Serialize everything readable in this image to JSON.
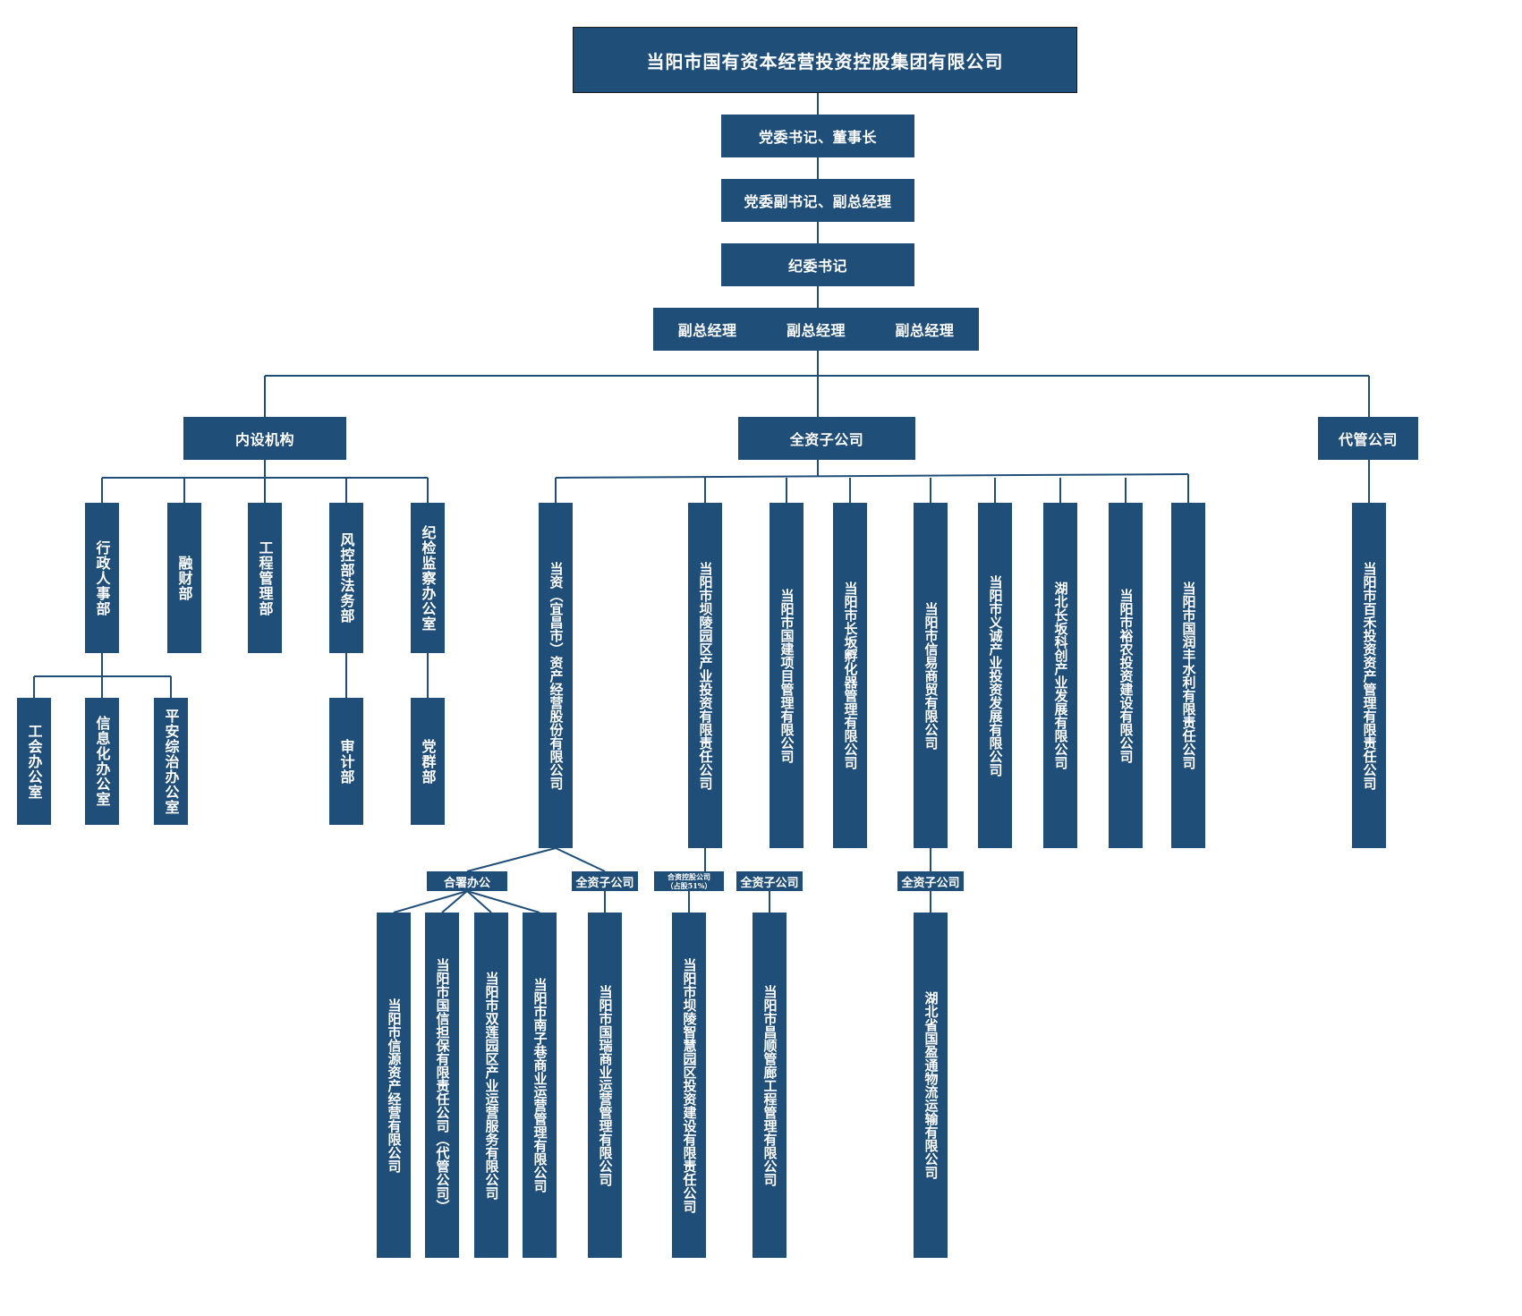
{
  "top": "当阳市国有资本经营投资控股集团有限公司",
  "chain": [
    "党委书记、董事长",
    "党委副书记、副总经理",
    "纪委书记"
  ],
  "deputies": [
    "副总经理",
    "副总经理",
    "副总经理"
  ],
  "categories": [
    "内设机构",
    "全资子公司",
    "代管公司"
  ],
  "departments": [
    "行政人事部",
    "融财部",
    "工程管理部",
    "风控部法务部",
    "纪检监察办公室"
  ],
  "sub_departments": [
    "工会办公室",
    "信息化办公室",
    "平安综治办公室",
    "审计部",
    "党群部"
  ],
  "subsidiaries": [
    "当资（宜昌市）资产经营股份有限公司",
    "当阳市坝陵园区产业投资有限责任公司",
    "当阳市国建项目管理有限公司",
    "当阳市长坂孵化器管理有限公司",
    "当阳市信易商贸有限公司",
    "当阳市义诚产业投资发展有限公司",
    "湖北长坂科创产业发展有限公司",
    "当阳市裕农投资建设有限公司",
    "当阳市国润丰水利有限责任公司"
  ],
  "managed": [
    "当阳市百禾投资资产管理有限责任公司"
  ],
  "group_labels": {
    "joint_office": "合署办公",
    "wholly_owned_a": "全资子公司",
    "holding_1": "合资控股公司",
    "holding_2": "（占股51%）",
    "wholly_owned_b": "全资子公司",
    "wholly_owned_c": "全资子公司"
  },
  "level3": [
    "当阳市信源资产经营有限公司",
    "当阳市国信担保有限责任公司（代管公司）",
    "当阳市双莲园区产业运营服务有限公司",
    "当阳市南子巷商业运营管理有限公司",
    "当阳市国瑞商业运营管理有限公司",
    "当阳市坝陵智慧园区投资建设有限责任公司",
    "当阳市昌顺管廊工程管理有限公司",
    "湖北省国盈通物流运输有限公司"
  ],
  "colors": {
    "box": "#1f4e79",
    "line": "#1f4e79",
    "text": "#ffffff"
  }
}
